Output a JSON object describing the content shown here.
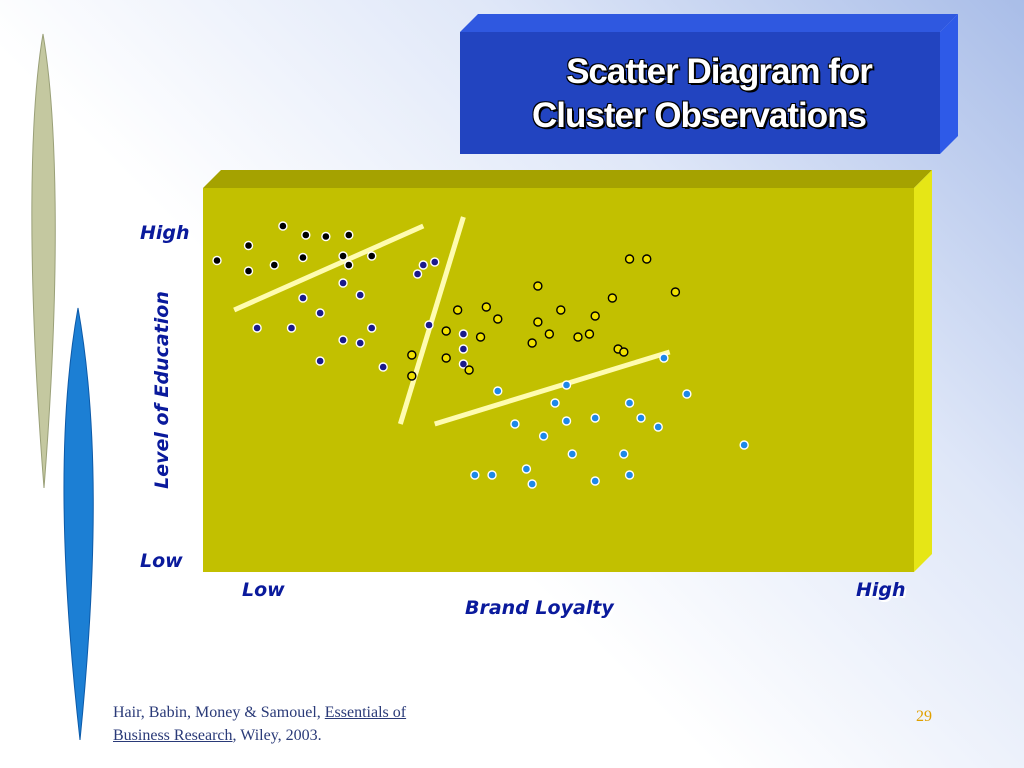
{
  "slide": {
    "title_line1": "Scatter Diagram for",
    "title_line2": "Cluster Observations",
    "citation_pre": "Hair, Babin, Money & Samouel, ",
    "citation_book_1": "Essentials of",
    "citation_book_2": "Business Research",
    "citation_post": ", Wiley, 2003.",
    "page_number": "29"
  },
  "colors": {
    "title_box_front": "#2244c0",
    "title_box_top": "#2f58e0",
    "title_box_side": "#2e5ae8",
    "plot_front": "#c2c000",
    "plot_top": "#a5a200",
    "plot_side": "#e6e616",
    "separator": "#fffcb0",
    "cluster1": "#000000",
    "cluster2": "#1a1a8c",
    "cluster3": "#f0e000",
    "cluster4": "#1e88e8",
    "axis_text": "#0a1a9c"
  },
  "chart_data": {
    "type": "scatter",
    "title": "Scatter Diagram for Cluster Observations",
    "xlabel": "Brand Loyalty",
    "ylabel": "Level of Education",
    "x_tick_labels": [
      "Low",
      "High"
    ],
    "y_tick_labels": [
      "Low",
      "High"
    ],
    "xlim": [
      0,
      100
    ],
    "ylim": [
      0,
      100
    ],
    "grid": false,
    "series": [
      {
        "color": "#000000",
        "points": [
          [
            11.5,
            100
          ],
          [
            5.5,
            93.5
          ],
          [
            0,
            88.5
          ],
          [
            5.5,
            85
          ],
          [
            10,
            87
          ],
          [
            15.5,
            97
          ],
          [
            15,
            89.5
          ],
          [
            19,
            96.5
          ],
          [
            23,
            97
          ],
          [
            22,
            90
          ],
          [
            27,
            90
          ],
          [
            23,
            87
          ]
        ]
      },
      {
        "color": "#1a1a8c",
        "points": [
          [
            7,
            66
          ],
          [
            13,
            66
          ],
          [
            15,
            76
          ],
          [
            18,
            71
          ],
          [
            22,
            81
          ],
          [
            22,
            62
          ],
          [
            25,
            61
          ],
          [
            25,
            77
          ],
          [
            27,
            66
          ],
          [
            29,
            53
          ],
          [
            35,
            84
          ],
          [
            37,
            67
          ],
          [
            38,
            88
          ],
          [
            36,
            87
          ],
          [
            43,
            54
          ],
          [
            43,
            64
          ],
          [
            43,
            59
          ],
          [
            18,
            55
          ]
        ]
      },
      {
        "color": "#f0e000",
        "points": [
          [
            34,
            57
          ],
          [
            34,
            50
          ],
          [
            40,
            56
          ],
          [
            40,
            65
          ],
          [
            42,
            72
          ],
          [
            44,
            52
          ],
          [
            47,
            73
          ],
          [
            46,
            63
          ],
          [
            49,
            69
          ],
          [
            55,
            61
          ],
          [
            56,
            68
          ],
          [
            56,
            80
          ],
          [
            60,
            72
          ],
          [
            58,
            64
          ],
          [
            63,
            63
          ],
          [
            65,
            64
          ],
          [
            66,
            70
          ],
          [
            70,
            59
          ],
          [
            69,
            76
          ],
          [
            71,
            58
          ],
          [
            72,
            89
          ],
          [
            75,
            89
          ],
          [
            80,
            78
          ]
        ]
      },
      {
        "color": "#1e88e8",
        "points": [
          [
            45,
            17
          ],
          [
            48,
            17
          ],
          [
            49,
            45
          ],
          [
            52,
            34
          ],
          [
            54,
            19
          ],
          [
            55,
            14
          ],
          [
            57,
            30
          ],
          [
            59,
            41
          ],
          [
            61,
            35
          ],
          [
            62,
            24
          ],
          [
            61,
            47
          ],
          [
            66,
            15
          ],
          [
            66,
            36
          ],
          [
            71,
            24
          ],
          [
            72,
            41
          ],
          [
            72,
            17
          ],
          [
            74,
            36
          ],
          [
            77,
            33
          ],
          [
            78,
            56
          ],
          [
            82,
            44
          ],
          [
            92,
            27
          ]
        ]
      }
    ],
    "separators": [
      [
        [
          3,
          72
        ],
        [
          36,
          100
        ]
      ],
      [
        [
          32,
          34
        ],
        [
          43,
          103
        ]
      ],
      [
        [
          38,
          34
        ],
        [
          79,
          58
        ]
      ]
    ]
  }
}
